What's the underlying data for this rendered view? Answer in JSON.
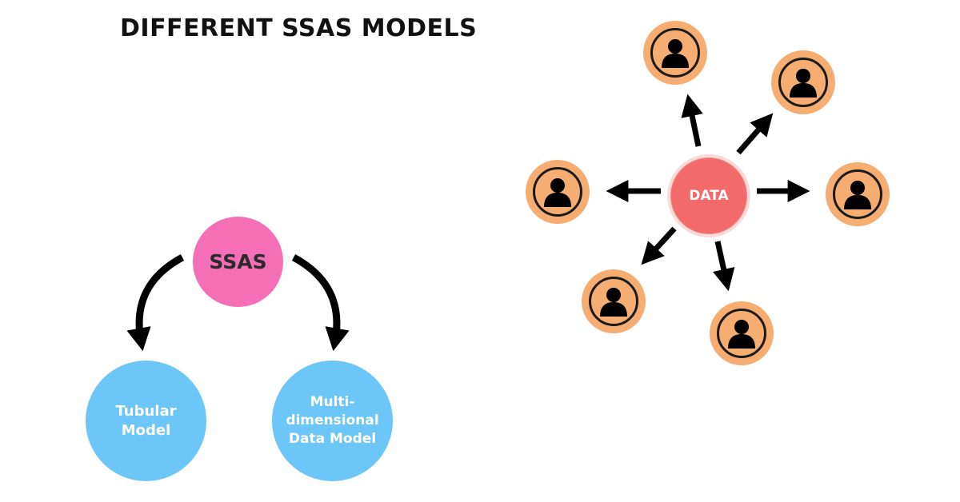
{
  "title": "DIFFERENT SSAS MODELS",
  "diagram_left": {
    "root": "SSAS",
    "children": [
      "Tubular Model",
      "Multi-dimensional Data Model"
    ]
  },
  "diagram_right": {
    "center": "DATA",
    "users": [
      "user",
      "user",
      "user",
      "user",
      "user",
      "user"
    ]
  },
  "colors": {
    "ssas": "#f56fb7",
    "model": "#6cc6f7",
    "data": "#f26a6a",
    "user": "#f5ad72",
    "arrow": "#000000"
  },
  "icons": [
    "user-icon",
    "arrow-icon"
  ]
}
